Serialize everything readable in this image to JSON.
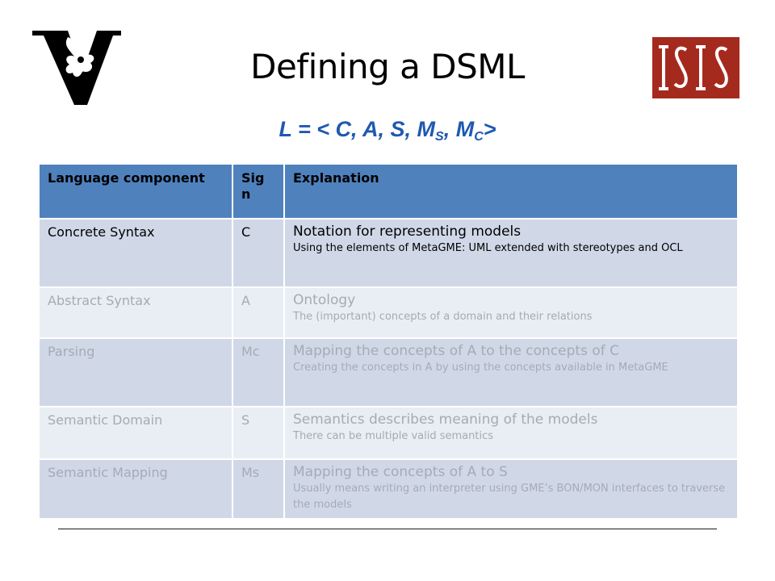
{
  "slide": {
    "title": "Defining a DSML",
    "formula": {
      "prefix": "L = < C, A, S, M",
      "s_sub": "S",
      "mid": ", M",
      "c_sub": "C",
      "suffix": ">"
    }
  },
  "logos": {
    "left": {
      "icon": "vanderbilt-v-logo",
      "color": "#000000"
    },
    "right": {
      "icon": "isis-logo",
      "color": "#a52a1e",
      "letters": "ISIS"
    }
  },
  "table": {
    "headers": [
      "Language component",
      "Sig n",
      "Explanation"
    ],
    "rows": [
      {
        "component": "Concrete Syntax",
        "sign": "C",
        "main": "Notation for representing models",
        "sub": "Using the elements of MetaGME: UML extended with stereotypes and OCL"
      },
      {
        "component": "Abstract Syntax",
        "sign": "A",
        "main": "Ontology",
        "sub": "The (important) concepts of a domain and their relations"
      },
      {
        "component": "Parsing",
        "sign": "Mc",
        "main": "Mapping the concepts of A to the concepts of C",
        "sub": "Creating the concepts in A by using the concepts available in MetaGME"
      },
      {
        "component": "Semantic Domain",
        "sign": "S",
        "main": "Semantics describes meaning of the models",
        "sub": "There can be multiple valid semantics"
      },
      {
        "component": "Semantic Mapping",
        "sign": "Ms",
        "main": "Mapping the concepts of A to S",
        "sub": "Usually means writing an interpreter using GME’s BON/MON interfaces to traverse the models"
      }
    ],
    "colors": {
      "header": "#4f81bd",
      "row_dark": "#d0d8e8",
      "row_light": "#e9edf4",
      "faded_text": "#a6aab3",
      "formula": "#1f59b0"
    }
  }
}
